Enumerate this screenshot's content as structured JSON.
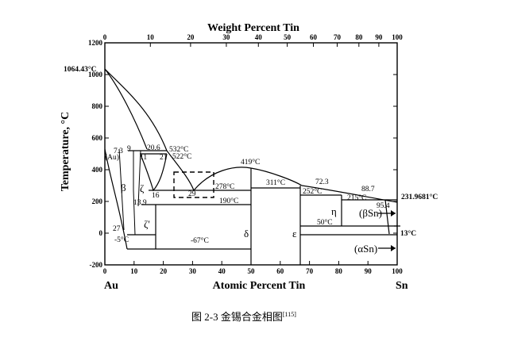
{
  "figure": {
    "top_axis_title": "Weight Percent Tin",
    "bottom_axis_title": "Atomic Percent Tin",
    "y_axis_title": "Temperature, °C",
    "left_element": "Au",
    "right_element": "Sn",
    "caption_main": "图 2-3  金锡合金相图",
    "caption_ref": "[115]"
  },
  "chart_data": {
    "type": "phase-diagram",
    "x_axis": {
      "label": "Atomic Percent Tin",
      "range": [
        0,
        100
      ],
      "ticks": [
        "0",
        "10",
        "20",
        "30",
        "40",
        "50",
        "60",
        "70",
        "80",
        "90",
        "100"
      ]
    },
    "top_axis": {
      "label": "Weight Percent Tin",
      "ticks": [
        "0",
        "10",
        "20",
        "30",
        "40",
        "50",
        "60",
        "70",
        "80",
        "90",
        "100"
      ]
    },
    "y_axis": {
      "label": "Temperature, °C",
      "range": [
        -200,
        1200
      ],
      "ticks": [
        "-200",
        "0",
        "200",
        "400",
        "600",
        "800",
        "1000",
        "1200"
      ]
    },
    "temperature_labels": {
      "au_melt": "1064.43°C",
      "sn_melt": "231.9681°C",
      "t532": "532°C",
      "t522": "522°C",
      "t419": "419°C",
      "t311": "311°C",
      "t278": "278°C",
      "t252": "252°C",
      "t215": "215°C",
      "t190": "190°C",
      "t50": "50°C",
      "t13": "13°C",
      "tm5": "-5°C",
      "tm67": "-67°C"
    },
    "composition_labels": {
      "c7_3": "7.3",
      "c9": "9",
      "c20_6": "20.6",
      "c11": "11",
      "c21": "21",
      "c16": "16",
      "c29": "29",
      "c13_9": "13.9",
      "c27": "27",
      "c72_3": "72.3",
      "c88_7": "88.7",
      "c95_4": "95.4"
    },
    "phase_labels": {
      "au_phase": "(Au)",
      "beta": "β",
      "zeta": "ζ",
      "zeta_prime": "ζ'",
      "delta": "δ",
      "epsilon": "ε",
      "eta": "η",
      "beta_sn": "(βSn)",
      "alpha_sn": "(αSn)"
    }
  }
}
